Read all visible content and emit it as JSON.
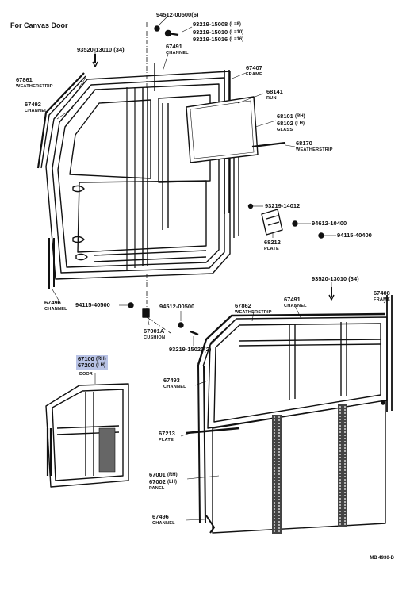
{
  "title": "For Canvas Door",
  "diagram_code": "MB 4930-D",
  "parts": {
    "p94512_00500_6": {
      "num": "94512-00500(6)"
    },
    "p93219_15008": {
      "num": "93219-15008",
      "note": "(L=8)"
    },
    "p93219_15010": {
      "num": "93219-15010",
      "note": "(L=10)"
    },
    "p93219_15016": {
      "num": "93219-15016",
      "note": "(L=16)"
    },
    "p93520_top": {
      "num": "93520-13010 (34)"
    },
    "p67491_top": {
      "num": "67491",
      "name": "CHANNEL"
    },
    "p67407": {
      "num": "67407",
      "name": "FRAME"
    },
    "p67861": {
      "num": "67861",
      "name": "WEATHERSTRIP"
    },
    "p68141": {
      "num": "68141",
      "name": "RUN"
    },
    "p67492": {
      "num": "67492",
      "name": "CHANNEL"
    },
    "p68101": {
      "num": "68101",
      "note": "(RH)"
    },
    "p68102": {
      "num": "68102",
      "note": "(LH)",
      "name": "GLASS"
    },
    "p68170": {
      "num": "68170",
      "name": "WEATHERSTRIP"
    },
    "p93219_14012": {
      "num": "93219-14012"
    },
    "p94612_10400": {
      "num": "94612-10400"
    },
    "p94115_40400": {
      "num": "94115-40400"
    },
    "p68212": {
      "num": "68212",
      "name": "PLATE"
    },
    "p93520_mid": {
      "num": "93520-13010 (34)"
    },
    "p67496_top": {
      "num": "67496",
      "name": "CHANNEL"
    },
    "p94115_40500": {
      "num": "94115-40500"
    },
    "p94512_00500": {
      "num": "94512-00500"
    },
    "p67862": {
      "num": "67862",
      "name": "WEATHERSTRIP"
    },
    "p67491_bot": {
      "num": "67491",
      "name": "CHANNEL"
    },
    "p67408": {
      "num": "67408",
      "name": "FRAME"
    },
    "p67001A": {
      "num": "67001A",
      "name": "CUSHION"
    },
    "p93219_15020": {
      "num": "93219-15020(2)"
    },
    "p67100": {
      "num": "67100",
      "note": "(RH)"
    },
    "p67200": {
      "num": "67200",
      "note": "(LH)",
      "name": "DOOR"
    },
    "p67493": {
      "num": "67493",
      "name": "CHANNEL"
    },
    "p67213": {
      "num": "67213",
      "name": "PLATE"
    },
    "p67001": {
      "num": "67001",
      "note": "(RH)"
    },
    "p67002": {
      "num": "67002",
      "note": "(LH)",
      "name": "PANEL"
    },
    "p67496_bot": {
      "num": "67496",
      "name": "CHANNEL"
    }
  }
}
